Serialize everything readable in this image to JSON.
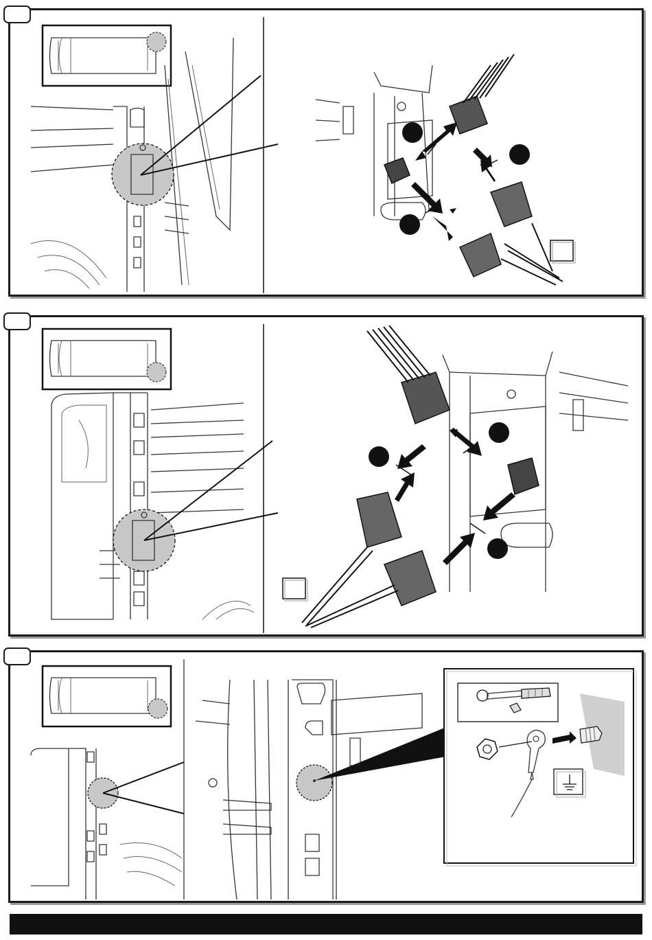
{
  "colors": {
    "frame": "#1a1a1a",
    "shadow": "#9a9a9a",
    "highlight": "#c8c8c8",
    "marker": "#111111",
    "footer": "#111111"
  },
  "icons": {
    "vehicle_topview": "van-topview-icon",
    "connector": "connector-plug-icon",
    "ratchet": "ratchet-wrench-icon",
    "nut": "hex-nut-icon",
    "ground": "ground-symbol-icon"
  },
  "steps": [
    {
      "id": "step-1",
      "callouts": 3
    },
    {
      "id": "step-2",
      "callouts": 3
    },
    {
      "id": "step-3",
      "callouts": 0
    }
  ]
}
